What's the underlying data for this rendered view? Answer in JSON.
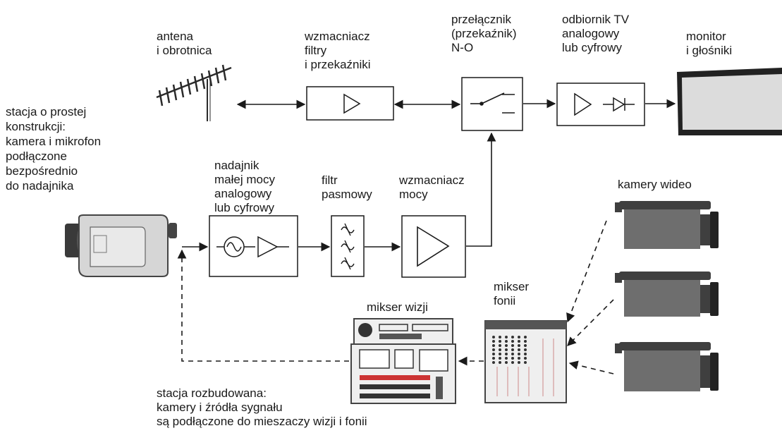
{
  "labels": {
    "antenna": "antena\ni obrotnica",
    "amplifier_filters": "wzmacniacz\nfiltry\ni przekaźniki",
    "switch": "przełącznik\n(przekaźnik)\nN-O",
    "tv_receiver": "odbiornik TV\nanalogowy\nlub cyfrowy",
    "monitor": "monitor\ni głośniki",
    "simple_station": "stacja o prostej\nkonstrukcji:\nkamera i mikrofon\npodłączone\nbezpośrednio\ndo nadajnika",
    "low_power_tx": "nadajnik\nmałej mocy\nanalogowy\nlub cyfrowy",
    "bandpass_filter": "filtr\npasmowy",
    "power_amp": "wzmacniacz\nmocy",
    "video_cameras": "kamery wideo",
    "audio_mixer": "mikser\nfonii",
    "video_mixer": "mikser wizji",
    "extended_station": "stacja rozbudowana:\nkamery i źródła sygnału\nsą podłączone do mieszaczy wizji i fonii"
  },
  "icons": {
    "yagi_antenna": "yagi-antenna-icon",
    "camcorder": "camcorder-icon",
    "video_camera": "video-camera-icon",
    "oscillator": "sine-oscillator-icon",
    "amplifier": "amplifier-triangle-icon",
    "filter": "bandpass-filter-icon",
    "diode": "diode-icon",
    "switch": "switch-icon",
    "monitor": "monitor-icon"
  },
  "colors": {
    "line": "#1a1a1a",
    "box_fill": "#ffffff",
    "camera_body": "#6e6e6e",
    "camera_dark": "#3f3f3f",
    "camcorder_body": "#d6d6d6",
    "monitor_screen": "#dcdcdc",
    "mixer_fill": "#efefef"
  }
}
